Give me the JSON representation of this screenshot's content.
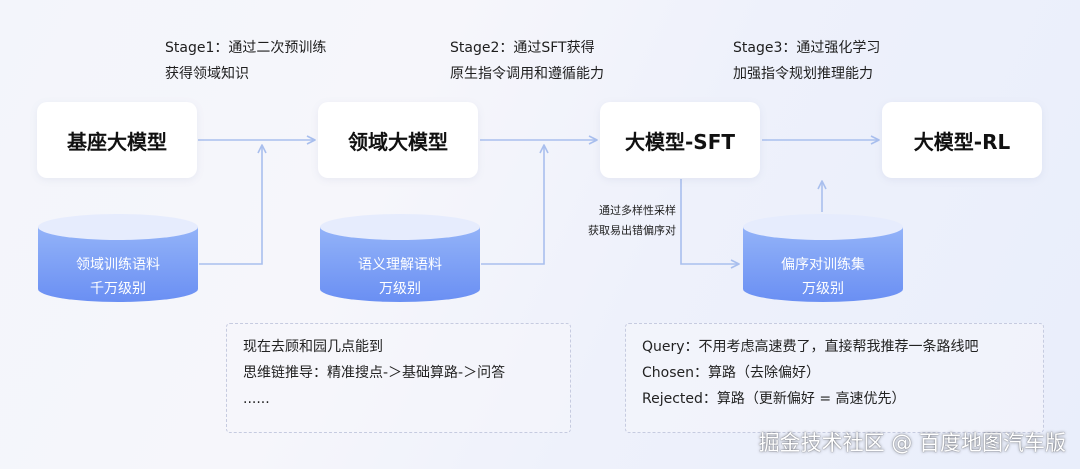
{
  "stages": [
    {
      "line1": "Stage1：通过二次预训练",
      "line2": "获得领域知识"
    },
    {
      "line1": "Stage2：通过SFT获得",
      "line2": "原生指令调用和遵循能力"
    },
    {
      "line1": "Stage3：通过强化学习",
      "line2": "加强指令规划推理能力"
    }
  ],
  "models": [
    "基座大模型",
    "领域大模型",
    "大模型-SFT",
    "大模型-RL"
  ],
  "datasets": [
    {
      "line1": "领域训练语料",
      "line2": "千万级别"
    },
    {
      "line1": "语义理解语料",
      "line2": "万级别"
    },
    {
      "line1": "偏序对训练集",
      "line2": "万级别"
    }
  ],
  "sampling_note": {
    "line1": "通过多样性采样",
    "line2": "获取易出错偏序对"
  },
  "note_left": {
    "line1": "现在去顾和园几点能到",
    "line2": "思维链推导：精准搜点-＞基础算路-＞问答",
    "line3": "......"
  },
  "note_right": {
    "line1": "Query：不用考虑高速费了，直接帮我推荐一条路线吧",
    "line2": "Chosen：算路（去除偏好）",
    "line3": "Rejected：算路（更新偏好 = 高速优先）"
  },
  "watermark": "掘金技术社区 @ 百度地图汽车版",
  "colors": {
    "arrow": "#a9bfee",
    "cylinder_top": "#e6ecfd",
    "cylinder_body_top": "#8fb0f8",
    "cylinder_body_bottom": "#6a8ff3"
  }
}
